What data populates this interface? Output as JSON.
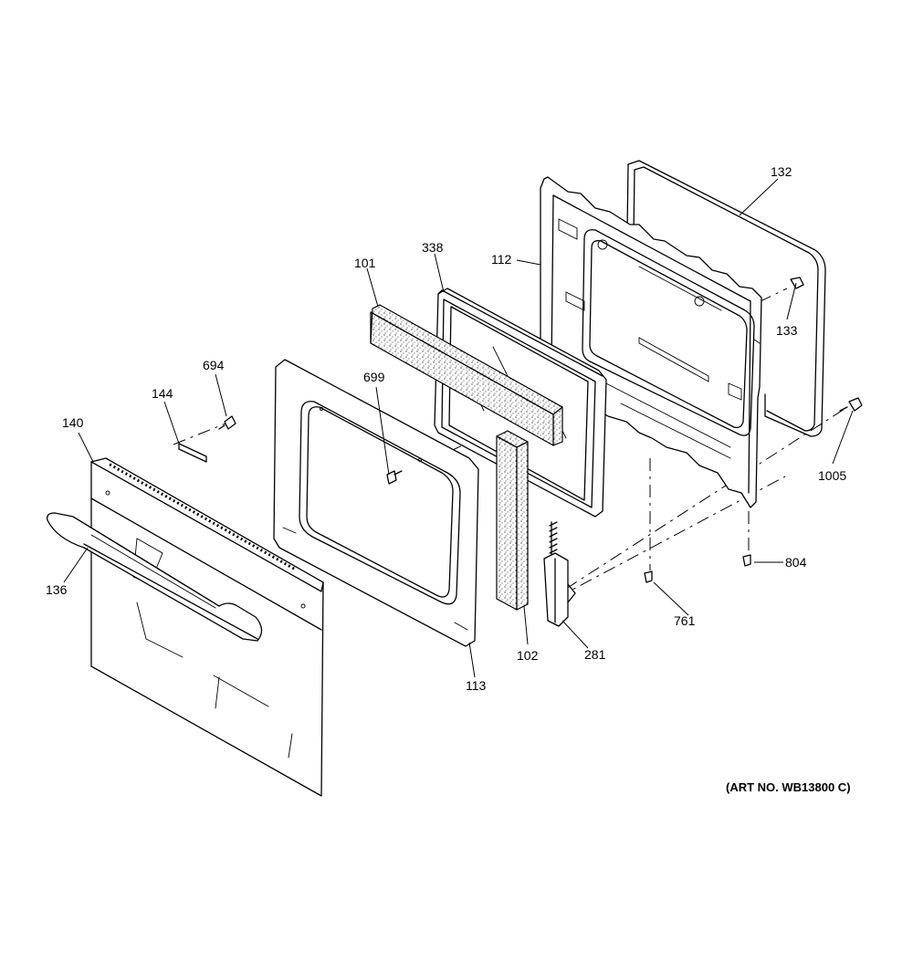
{
  "diagram": {
    "art_number": "(ART NO. WB13800 C)",
    "callouts": [
      {
        "id": "132",
        "text": "132"
      },
      {
        "id": "112",
        "text": "112"
      },
      {
        "id": "338",
        "text": "338"
      },
      {
        "id": "101",
        "text": "101"
      },
      {
        "id": "133",
        "text": "133"
      },
      {
        "id": "694",
        "text": "694"
      },
      {
        "id": "699",
        "text": "699"
      },
      {
        "id": "144",
        "text": "144"
      },
      {
        "id": "140",
        "text": "140"
      },
      {
        "id": "1005",
        "text": "1005"
      },
      {
        "id": "136",
        "text": "136"
      },
      {
        "id": "804",
        "text": "804"
      },
      {
        "id": "761",
        "text": "761"
      },
      {
        "id": "281",
        "text": "281"
      },
      {
        "id": "102",
        "text": "102"
      },
      {
        "id": "113",
        "text": "113"
      }
    ]
  }
}
